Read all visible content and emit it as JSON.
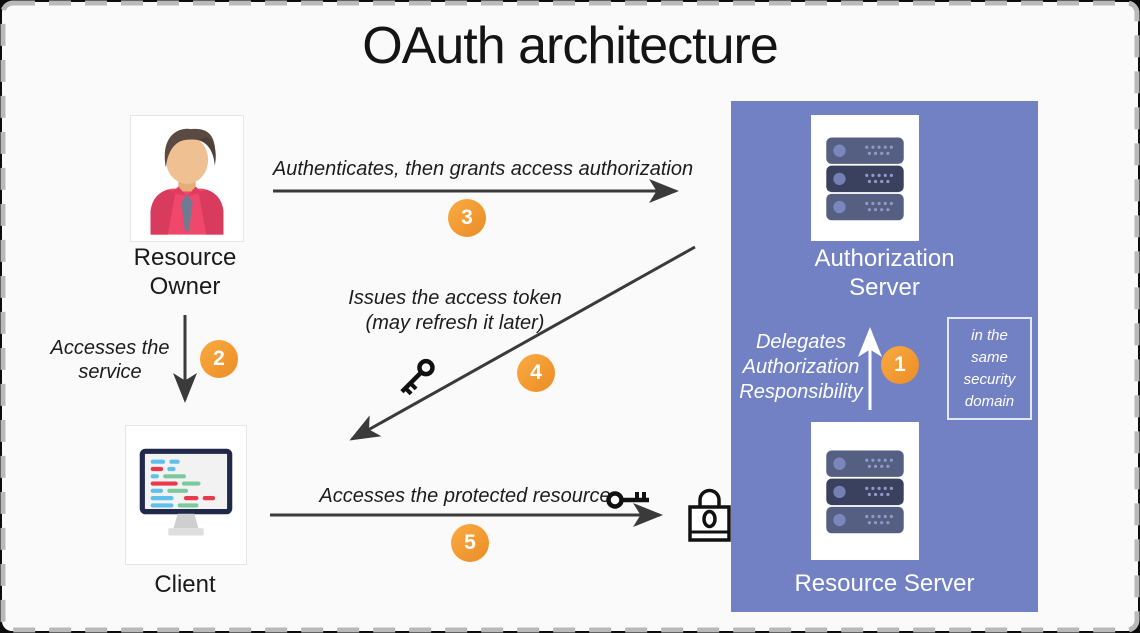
{
  "title": "OAuth architecture",
  "colors": {
    "panel_blue": "#7281c4",
    "badge_orange_start": "#f9ab42",
    "badge_orange_end": "#ec8c26",
    "arrow_dark": "#3a3a3a",
    "arrow_white": "#ffffff",
    "text_dark": "#1a1a1a",
    "text_white": "#ffffff",
    "page_background": "#fafafa"
  },
  "nodes": {
    "resource_owner": {
      "lines": [
        "Resource",
        "Owner"
      ],
      "icon": "person-icon"
    },
    "client": {
      "label": "Client",
      "icon": "monitor-code-icon"
    },
    "authorization_server": {
      "lines": [
        "Authorization",
        "Server"
      ],
      "icon": "server-icon"
    },
    "resource_server": {
      "label": "Resource Server",
      "icon": "server-icon"
    }
  },
  "flows": {
    "step1": {
      "number": "1",
      "lines": [
        "Delegates",
        "Authorization",
        "Responsibility"
      ],
      "direction": "resource-server-to-authorization-server"
    },
    "step2": {
      "number": "2",
      "lines": [
        "Accesses the",
        "service"
      ],
      "direction": "resource-owner-to-client"
    },
    "step3": {
      "number": "3",
      "label": "Authenticates, then grants access authorization",
      "direction": "resource-owner-to-authorization-server"
    },
    "step4": {
      "number": "4",
      "lines": [
        "Issues the access token",
        "(may refresh it later)"
      ],
      "direction": "authorization-server-to-client",
      "icon": "key-icon"
    },
    "step5": {
      "number": "5",
      "label": "Accesses the protected resource",
      "direction": "client-to-resource-server",
      "icons": [
        "key-icon",
        "lock-icon"
      ]
    }
  },
  "annotations": {
    "security_domain_lines": [
      "in the",
      "same",
      "security",
      "domain"
    ]
  },
  "icons": {
    "person": "person-icon",
    "monitor": "monitor-code-icon",
    "server": "server-icon",
    "key": "key-icon",
    "lock": "lock-icon"
  }
}
